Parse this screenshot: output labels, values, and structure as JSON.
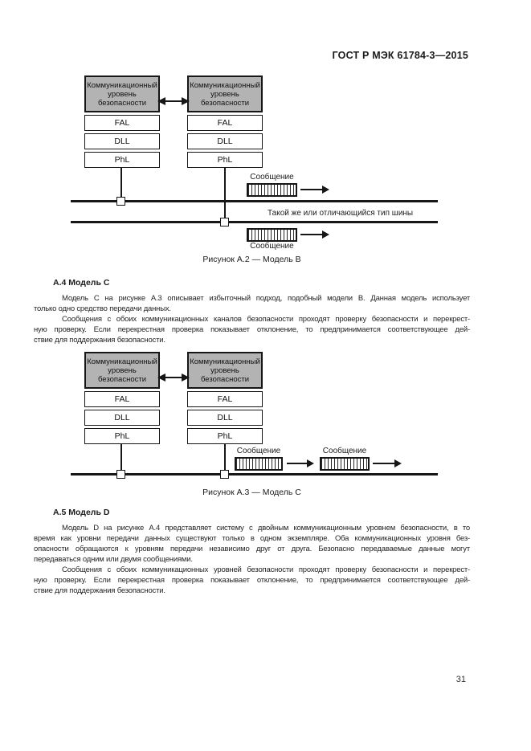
{
  "page": {
    "header": "ГОСТ Р МЭК 61784-3—2015",
    "page_number": "31"
  },
  "colors": {
    "stack_header_bg": "#b3b3b3",
    "line": "#161616",
    "text": "#242424"
  },
  "stack": {
    "header_lines": [
      "Коммуникационный",
      "уровень",
      "безопасности"
    ],
    "layers": [
      "FAL",
      "DLL",
      "PhL"
    ]
  },
  "figure_b": {
    "message_top_label": "Сообщение",
    "message_bottom_label": "Сообщение",
    "bus_type_label": "Такой же или отличающийся тип шины",
    "caption": "Рисунок А.2 — Модель B"
  },
  "figure_c": {
    "message_left_label": "Сообщение",
    "message_right_label": "Сообщение",
    "caption": "Рисунок А.3 — Модель C"
  },
  "section_a4": {
    "heading": "А.4 Модель C",
    "paragraphs": [
      {
        "lines": [
          "Модель С на рисунке А.3 описывает избыточный подход, подобный модели В. Данная модель использует",
          "только одно средство передачи данных."
        ]
      },
      {
        "lines": [
          "Сообщения с обоих коммуникационных каналов безопасности проходят проверку безопасности и перекрест-",
          "ную проверку. Если перекрестная проверка показывает отклонение, то предпринимается соответствующее дей-",
          "ствие для поддержания безопасности."
        ]
      }
    ]
  },
  "section_a5": {
    "heading": "А.5 Модель D",
    "paragraphs": [
      {
        "lines": [
          "Модель D на рисунке А.4 представляет систему с двойным коммуникационным уровнем безопасности, в то",
          "время как уровни передачи данных существуют только в одном экземпляре. Оба коммуникационных уровня без-",
          "опасности обращаются к уровням передачи независимо друг от друга. Безопасно передаваемые данные могут",
          "передаваться одним или двумя сообщениями."
        ]
      },
      {
        "lines": [
          "Сообщения с обоих коммуникационных уровней безопасности проходят проверку безопасности и перекрест-",
          "ную проверку. Если перекрестная проверка показывает отклонение, то предпринимается соответствующее дей-",
          "ствие для поддержания безопасности."
        ]
      }
    ]
  }
}
